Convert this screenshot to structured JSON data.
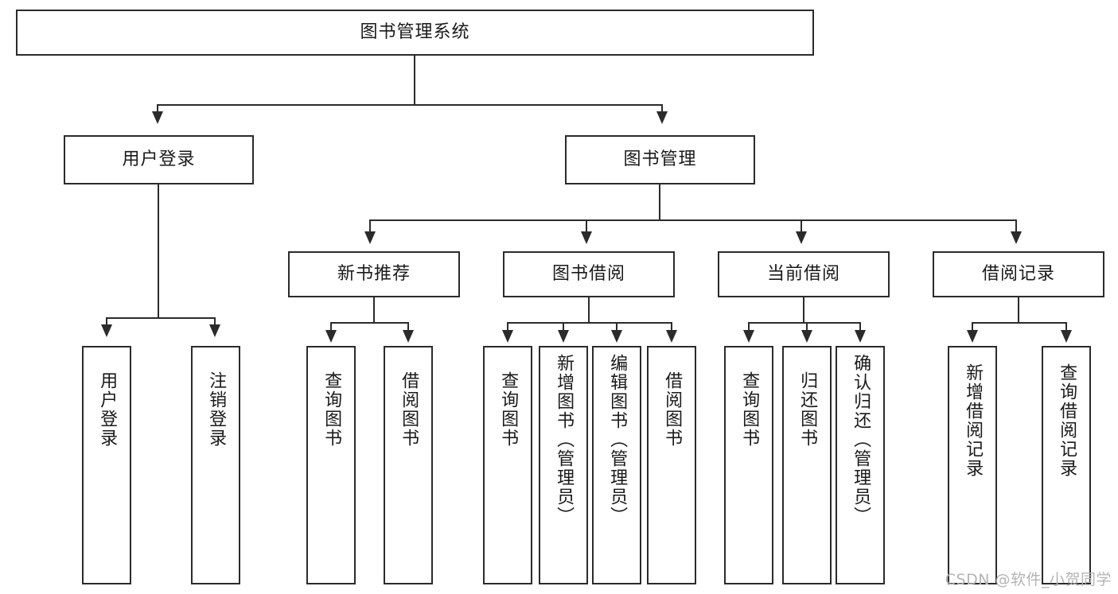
{
  "diagram": {
    "title": "图书管理系统",
    "watermark": "CSDN @软件_小贺同学",
    "colors": {
      "stroke": "#2b2b2b",
      "fill": "#ffffff",
      "text": "#1a1a1a",
      "watermark": "#b4b4b4"
    },
    "root": {
      "label": "图书管理系统"
    },
    "level1": [
      {
        "label": "用户登录"
      },
      {
        "label": "图书管理"
      }
    ],
    "level2": [
      {
        "label": "新书推荐"
      },
      {
        "label": "图书借阅"
      },
      {
        "label": "当前借阅"
      },
      {
        "label": "借阅记录"
      }
    ],
    "leaves": {
      "user_login": [
        {
          "label": "用户登录"
        },
        {
          "label": "注销登录"
        }
      ],
      "new_book_recommend": [
        {
          "label": "查询图书"
        },
        {
          "label": "借阅图书"
        }
      ],
      "book_borrow": [
        {
          "label": "查询图书"
        },
        {
          "label": "新增图书（管理员）"
        },
        {
          "label": "编辑图书（管理员）"
        },
        {
          "label": "借阅图书"
        }
      ],
      "current_borrow": [
        {
          "label": "查询图书"
        },
        {
          "label": "归还图书"
        },
        {
          "label": "确认归还（管理员）"
        }
      ],
      "borrow_record": [
        {
          "label": "新增借阅记录"
        },
        {
          "label": "查询借阅记录"
        }
      ]
    }
  }
}
